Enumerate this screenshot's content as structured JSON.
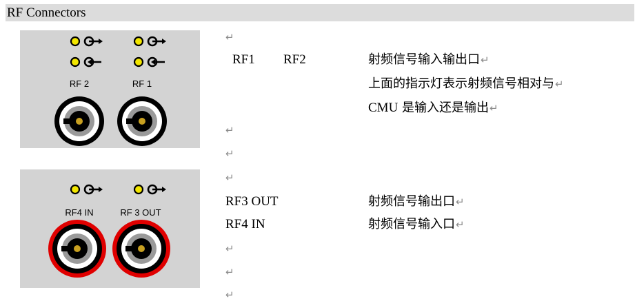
{
  "header": {
    "title": "RF Connectors"
  },
  "paragraph_mark": "↵",
  "colors": {
    "panel": "#d3d3d3",
    "led": "#f2e600",
    "ring_out": "#e00000",
    "header": "#dcdcdc"
  },
  "panel_top": {
    "labels": [
      "RF 2",
      "RF 1"
    ]
  },
  "panel_bottom": {
    "labels": [
      "RF4 IN",
      "RF 3 OUT"
    ]
  },
  "rows": {
    "rf1": "RF1",
    "rf2": "RF2",
    "rf12_desc1": "射频信号输入输出口",
    "rf12_desc2": "上面的指示灯表示射频信号相对与",
    "rf12_desc3_prefix": "CMU",
    "rf12_desc3": " 是输入还是输出",
    "rf3": "RF3 OUT",
    "rf3_desc": "射频信号输出口",
    "rf4": "RF4 IN",
    "rf4_desc": "射频信号输入口"
  }
}
